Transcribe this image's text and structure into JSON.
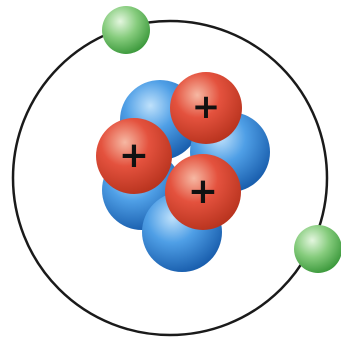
{
  "figure": {
    "particles": {
      "protons": 3,
      "neutrons": 4,
      "electrons": 2
    },
    "proton_symbol": "+",
    "colors": {
      "proton": "#e4523e",
      "proton_light": "#f6b8a3",
      "proton_dark": "#b9341f",
      "neutron": "#2d86d8",
      "neutron_light": "#bfe1fb",
      "neutron_dark": "#1a5fae",
      "electron": "#6fbf6a",
      "electron_light": "#e4f6df",
      "electron_dark": "#3d9a3d",
      "orbit": "#1a1a1a"
    }
  }
}
